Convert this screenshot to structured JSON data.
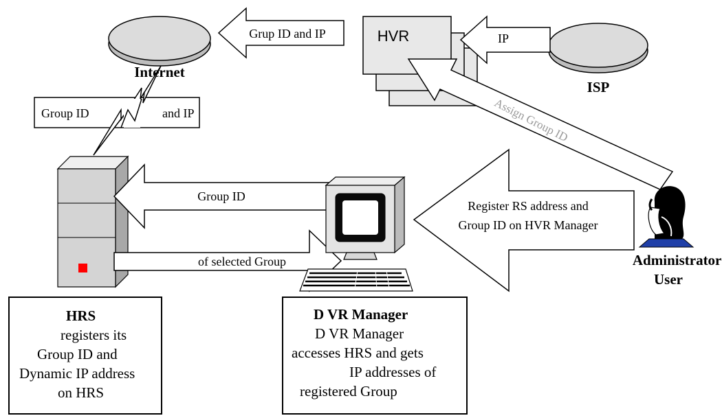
{
  "nodes": {
    "internet": "Internet",
    "isp": "ISP",
    "hvr": "HVR",
    "admin_line1": "Administrator /",
    "admin_line2": "User"
  },
  "arrows": {
    "grup_id_and_ip": "Grup ID and IP",
    "ip": "IP",
    "group_id_left": "Group ID",
    "group_id_right": "and IP",
    "assign_group_id": "Assign Group ID",
    "group_id": "Group ID",
    "of_selected_group": "of selected Group",
    "register_line1": "Register   RS address and",
    "register_line2": "Group ID on   HVR Manager"
  },
  "hrs_box": {
    "title": "HRS",
    "line1": "registers its",
    "line2": "Group ID and",
    "line3": "Dynamic IP address",
    "line4": "on  HRS"
  },
  "dvr_box": {
    "title": "D VR Manager",
    "line1": "D VR Manager",
    "line2": "accesses  HRS and gets",
    "line3": "IP addresses of",
    "line4": "registered Group"
  },
  "colors": {
    "cloud_fill": "#d8d8d8",
    "server_fill": "#d0d0d0",
    "server_light": "#e8e8e8",
    "led": "#ff0000",
    "assign_text": "#9a9a9a"
  }
}
